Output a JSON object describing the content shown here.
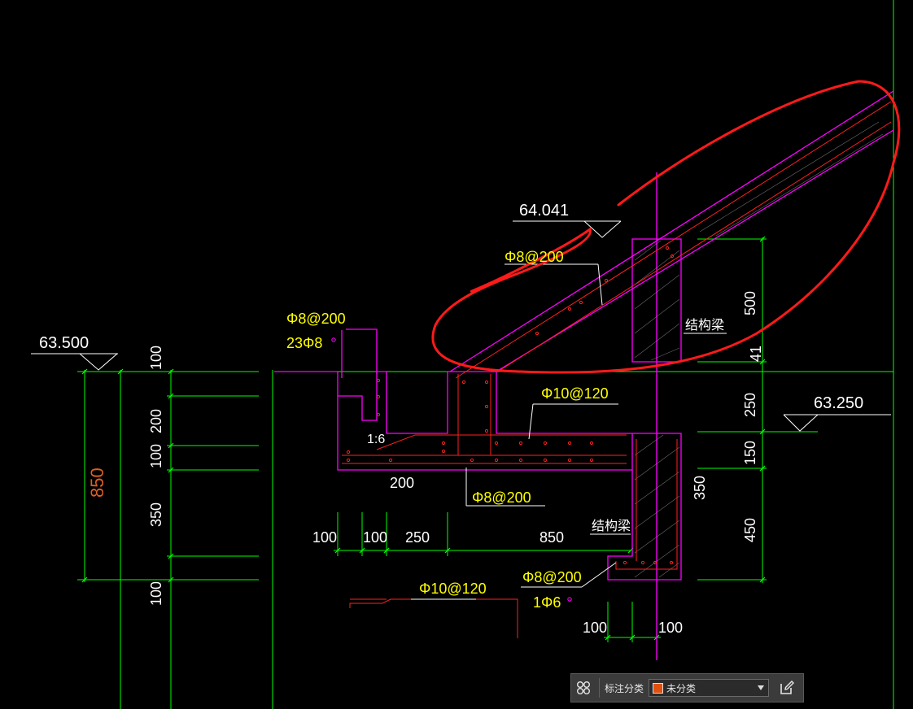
{
  "colors": {
    "background": "#000000",
    "dimension_line": "#00ff00",
    "outline": "#ff00ff",
    "rebar": "#ff2020",
    "annotation_text": "#ffff00",
    "dimension_text": "#ffffff",
    "elevation_text": "#ffffff",
    "highlight_markup": "#ff1a1a",
    "category_swatch": "#e0500f"
  },
  "drawing": {
    "elevations": {
      "left": "63.500",
      "top": "64.041",
      "right": "63.250"
    },
    "left_dimensions": {
      "overall": "850",
      "segments": [
        "100",
        "200",
        "100",
        "350",
        "100"
      ]
    },
    "right_dimensions": {
      "upper": [
        "500",
        "41"
      ],
      "lower": [
        "250",
        "150",
        "350",
        "450"
      ]
    },
    "bottom_dimensions": {
      "row1": [
        "100",
        "100",
        "250",
        "850"
      ],
      "row2": [
        "100",
        "100"
      ]
    },
    "inner_dimension": "200",
    "slope_label": "1:6",
    "rebar_notes": {
      "top_left_1": "Φ8@200",
      "top_left_2": "23Φ8",
      "slope": "Φ8@200",
      "slab_top": "Φ10@120",
      "slab_bottom": "Φ8@200",
      "bottom_left": "Φ10@120",
      "beam_bottom_1": "Φ8@200",
      "beam_bottom_2": "1Φ6"
    },
    "beam_labels": {
      "upper": "结构梁",
      "lower": "结构梁"
    }
  },
  "toolbar": {
    "grid_icon": "four-circles-icon",
    "label": "标注分类",
    "category_selected": "未分类",
    "edit_icon": "edit-icon"
  }
}
